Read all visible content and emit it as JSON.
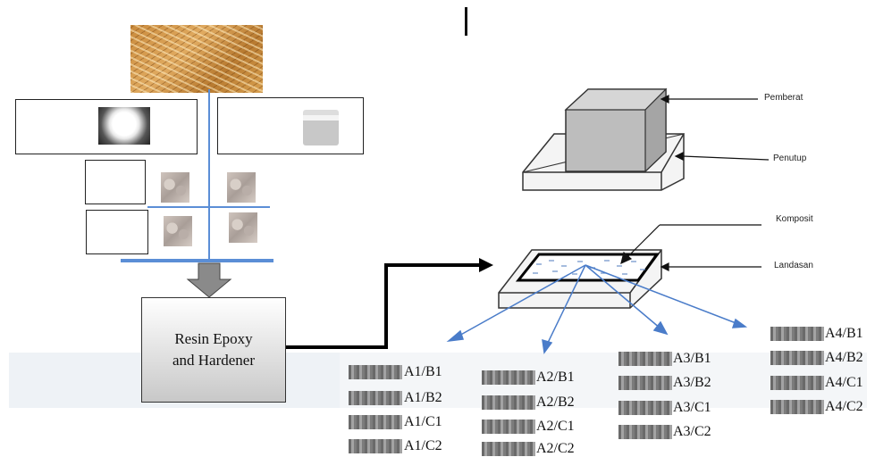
{
  "resin": {
    "line1": "Resin Epoxy",
    "line2": "and Hardener"
  },
  "mold_labels": {
    "weight": "Pemberat",
    "cover": "Penutup",
    "composite": "Komposit",
    "base": "Landasan"
  },
  "groups": [
    [
      "A1/B1",
      "A1/B2",
      "A1/C1",
      "A1/C2"
    ],
    [
      "A2/B1",
      "A2/B2",
      "A2/C1",
      "A2/C2"
    ],
    [
      "A3/B1",
      "A3/B2",
      "A3/C1",
      "A3/C2"
    ],
    [
      "A4/B1",
      "A4/B2",
      "A4/C1",
      "A4/C2"
    ]
  ],
  "colors": {
    "blue_line": "#5b8ed6",
    "arrow_blue": "#4a7cc9",
    "grey_arrow": "#8a8a8a"
  }
}
